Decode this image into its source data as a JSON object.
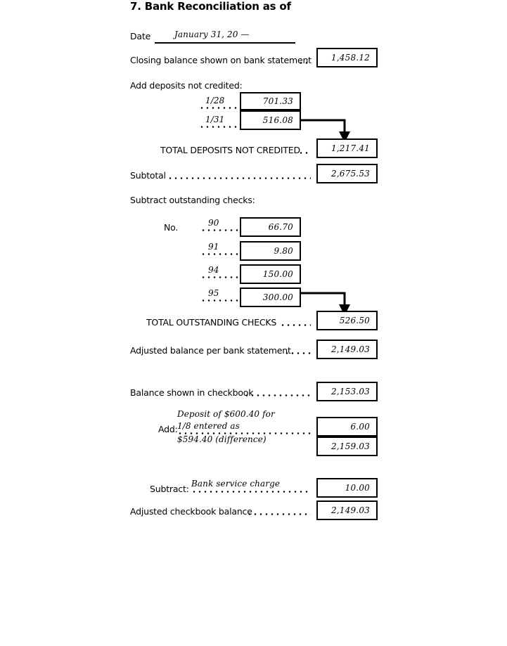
{
  "form": {
    "title": "7. Bank Reconciliation as of",
    "date_label": "Date",
    "date_value": "January 31, 20 —"
  },
  "bank_side": {
    "closing_balance": {
      "label": "Closing balance shown on bank statement",
      "value": "1,458.12"
    },
    "deposits_heading": "Add deposits not credited:",
    "deposits": [
      {
        "date": "1/28",
        "value": "701.33"
      },
      {
        "date": "1/31",
        "value": "516.08"
      }
    ],
    "total_deposits": {
      "label": "TOTAL DEPOSITS NOT CREDITED",
      "value": "1,217.41"
    },
    "subtotal": {
      "label": "Subtotal",
      "value": "2,675.53"
    },
    "checks_heading": "Subtract outstanding checks:",
    "checks_no_label": "No.",
    "checks": [
      {
        "number": "90",
        "value": "66.70"
      },
      {
        "number": "91",
        "value": "9.80"
      },
      {
        "number": "94",
        "value": "150.00"
      },
      {
        "number": "95",
        "value": "300.00"
      }
    ],
    "total_checks": {
      "label": "TOTAL OUTSTANDING CHECKS",
      "value": "526.50"
    },
    "adjusted_bank": {
      "label": "Adjusted balance per bank statement",
      "value": "2,149.03"
    }
  },
  "book_side": {
    "checkbook_balance": {
      "label": "Balance shown in checkbook",
      "value": "2,153.03"
    },
    "add": {
      "label": "Add:",
      "note_line1": "Deposit of $600.40 for",
      "note_line2": "1/8 entered as",
      "note_line3": "$594.40 (difference)",
      "value": "6.00",
      "running_total": "2,159.03"
    },
    "subtract": {
      "label": "Subtract:",
      "note": "Bank service charge",
      "value": "10.00"
    },
    "adjusted_checkbook": {
      "label": "Adjusted checkbook balance",
      "value": "2,149.03"
    }
  },
  "colors": {
    "ink": "#000000",
    "paper": "#ffffff"
  }
}
